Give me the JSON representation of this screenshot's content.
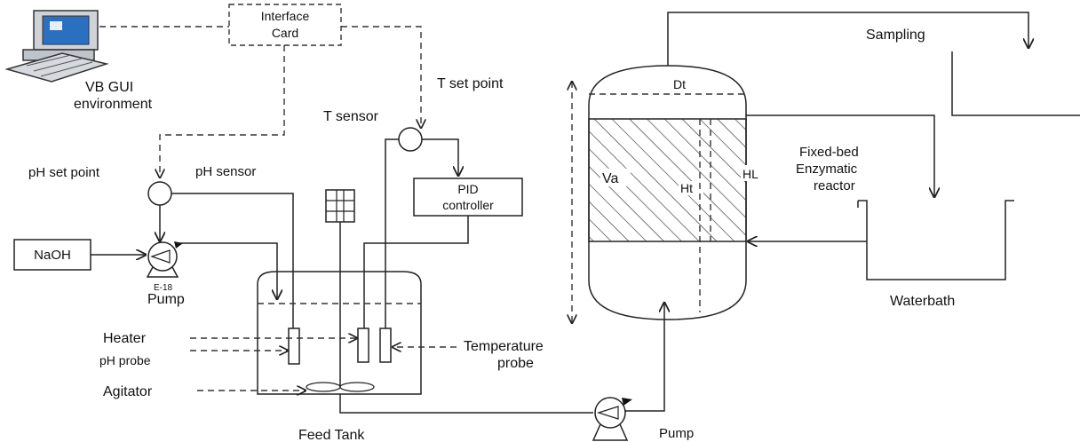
{
  "labels": {
    "interface_card_line1": "Interface",
    "interface_card_line2": "Card",
    "vb_gui_line1": "VB GUI",
    "vb_gui_line2": "environment",
    "t_set_point": "T set point",
    "t_sensor": "T sensor",
    "ph_set_point": "pH set point",
    "ph_sensor": "pH sensor",
    "pid_line1": "PID",
    "pid_line2": "controller",
    "naoh": "NaOH",
    "e18": "E-18",
    "pump_left": "Pump",
    "heater": "Heater",
    "ph_probe": "pH probe",
    "agitator": "Agitator",
    "temperature_probe_line1": "Temperature",
    "temperature_probe_line2": "probe",
    "feed_tank": "Feed Tank",
    "pump_bottom": "Pump",
    "sampling": "Sampling",
    "dt": "Dt",
    "va": "Va",
    "ht": "Ht",
    "hl": "HL",
    "reactor_line1": "Fixed-bed",
    "reactor_line2": "Enzymatic",
    "reactor_line3": "reactor",
    "waterbath": "Waterbath"
  }
}
